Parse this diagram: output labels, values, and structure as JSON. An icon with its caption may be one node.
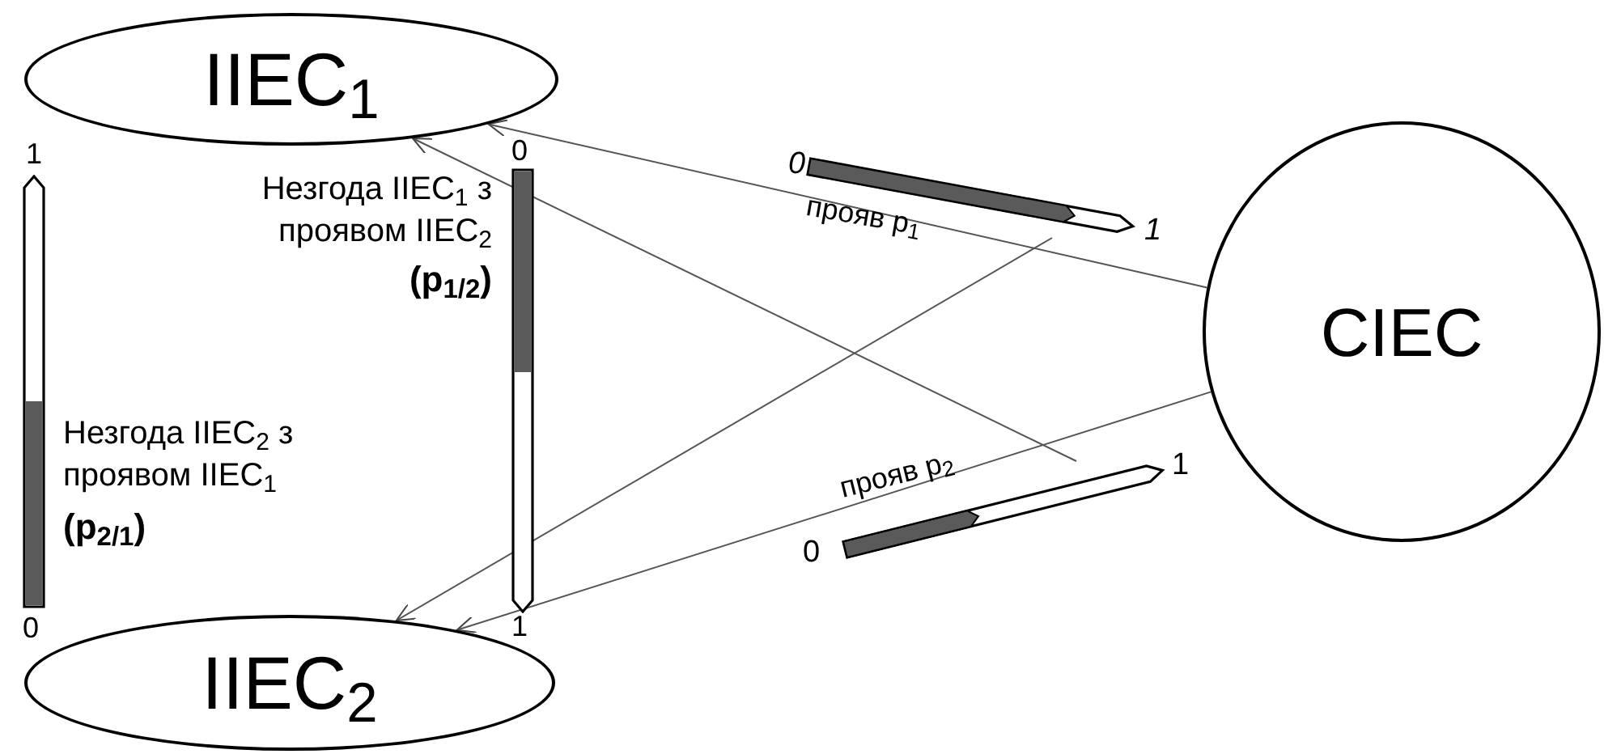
{
  "diagram": {
    "nodes": [
      {
        "text": [
          "IIEC$_{1}$"
        ]
      },
      {
        "text": [
          "IIEC$_{2}$"
        ]
      },
      {
        "text": [
          "CIEC"
        ]
      },
      {
        "text": [],
        "shape": "bar",
        "beside": [
          "0",
          "прояв p$_{1}$",
          "1"
        ]
      },
      {
        "text": [],
        "shape": "bar",
        "beside": [
          "прояв p$_{2}$",
          "1",
          "0"
        ]
      }
    ],
    "edges": [
      {
        "from": 2,
        "to": 0,
        "arrow": "to"
      },
      {
        "from": 4,
        "to": 0,
        "arrow": "to"
      },
      {
        "from": 3,
        "to": 1,
        "arrow": "to"
      },
      {
        "from": 2,
        "to": 1,
        "arrow": "to"
      }
    ],
    "labels": [
      "1",
      "0",
      "Незгода IIEC$_{1}$ з проявом IIEC$_{2}$",
      "(p$_{1/2}$)",
      "Незгода IIEC$_{2}$ з проявом IIEC$_{1}$",
      "(p$_{2/1}$)",
      "0",
      "1"
    ]
  }
}
